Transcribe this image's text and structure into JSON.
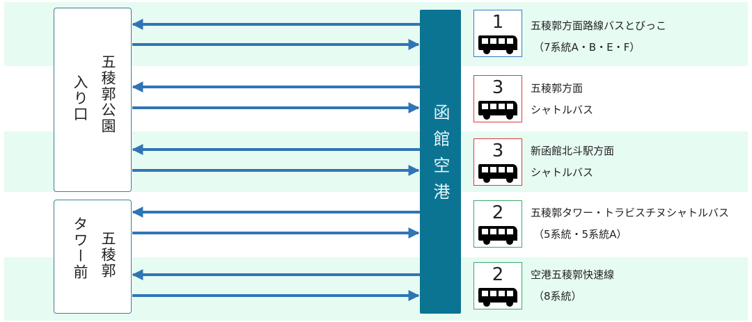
{
  "stops": [
    {
      "name_main": "五稜郭公園",
      "name_sub": "入り口"
    },
    {
      "name_main": "五稜郭",
      "name_sub": "タワー前"
    }
  ],
  "hub": {
    "name": "函館空港"
  },
  "colors": {
    "band": "#e6fbf2",
    "arrow": "#2f75b5",
    "hub": "#0b7493",
    "stop_border": "#3a7f95",
    "badge_blue": "#2f7fc0",
    "badge_red": "#d93a3a",
    "badge_green": "#3aa86a"
  },
  "routes": [
    {
      "stop_number": "1",
      "icon": "bus-icon",
      "badge_color": "#2f7fc0",
      "line1": "五稜郭方面路線バスとびっこ",
      "line2": "（7系統A・B・E・F）"
    },
    {
      "stop_number": "3",
      "icon": "bus-icon",
      "badge_color": "#d93a3a",
      "line1": "五稜郭方面",
      "line2": "シャトルバス"
    },
    {
      "stop_number": "3",
      "icon": "bus-icon",
      "badge_color": "#d93a3a",
      "line1": "新函館北斗駅方面",
      "line2": "シャトルバス"
    },
    {
      "stop_number": "2",
      "icon": "bus-icon",
      "badge_color": "#3aa86a",
      "line1": "五稜郭タワー・トラビスチヌシャトルバス",
      "line2": "（5系統・5系統A）"
    },
    {
      "stop_number": "2",
      "icon": "bus-icon",
      "badge_color": "#3aa86a",
      "line1": "空港五稜郭快速線",
      "line2": "（8系統）"
    }
  ]
}
